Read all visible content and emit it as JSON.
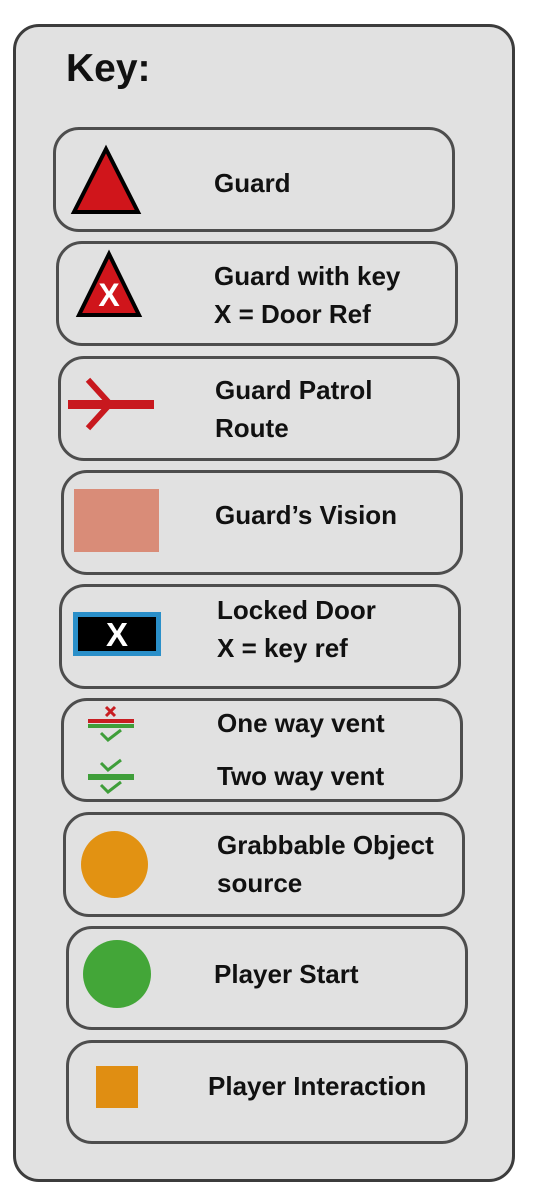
{
  "title": "Key:",
  "colors": {
    "guard_red": "#d0151b",
    "patrol_red": "#c8181e",
    "vision_salmon": "#d98c78",
    "door_black": "#000000",
    "door_border_blue": "#2a8fc9",
    "vent_red": "#c81e22",
    "vent_green": "#3f9e3a",
    "grabbable_orange": "#e29212",
    "player_green": "#43a638",
    "interaction_orange": "#e08e12"
  },
  "legend": [
    {
      "icon": "guard-triangle-icon",
      "lines": [
        "Guard"
      ]
    },
    {
      "icon": "guard-with-key-icon",
      "icon_text": "X",
      "lines": [
        "Guard with key",
        "X = Door Ref"
      ]
    },
    {
      "icon": "patrol-route-arrow-icon",
      "lines": [
        "Guard Patrol",
        "Route"
      ]
    },
    {
      "icon": "vision-square-icon",
      "lines": [
        "Guard’s Vision"
      ]
    },
    {
      "icon": "locked-door-icon",
      "icon_text": "X",
      "lines": [
        "Locked Door",
        "X = key ref"
      ]
    },
    {
      "icon": "vent-icons",
      "lines": [
        "One way vent",
        "Two way vent"
      ]
    },
    {
      "icon": "orange-circle-icon",
      "lines": [
        "Grabbable Object",
        "source"
      ]
    },
    {
      "icon": "green-circle-icon",
      "lines": [
        "Player Start"
      ]
    },
    {
      "icon": "orange-square-icon",
      "lines": [
        "Player Interaction"
      ]
    }
  ]
}
